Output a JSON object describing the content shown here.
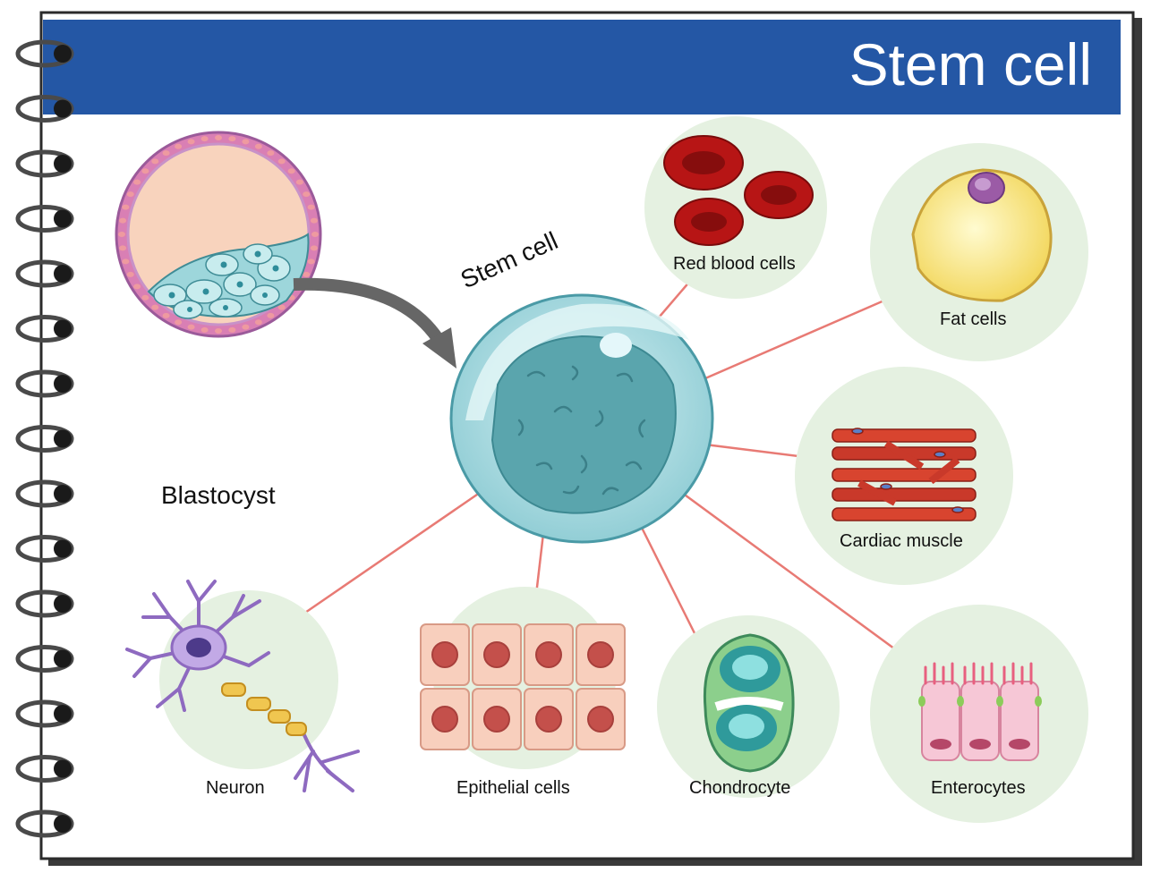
{
  "header": {
    "title": "Stem cell",
    "color": "#2457a5"
  },
  "labels": {
    "blastocyst": "Blastocyst",
    "stem_cell": "Stem cell",
    "red_blood_cells": "Red blood cells",
    "fat_cells": "Fat cells",
    "cardiac_muscle": "Cardiac muscle",
    "enterocytes": "Enterocytes",
    "chondrocyte": "Chondrocyte",
    "epithelial_cells": "Epithelial cells",
    "neuron": "Neuron"
  },
  "colors": {
    "connector": "#e87a74",
    "bubble": "#e5f1e1",
    "arrow": "#666666"
  }
}
